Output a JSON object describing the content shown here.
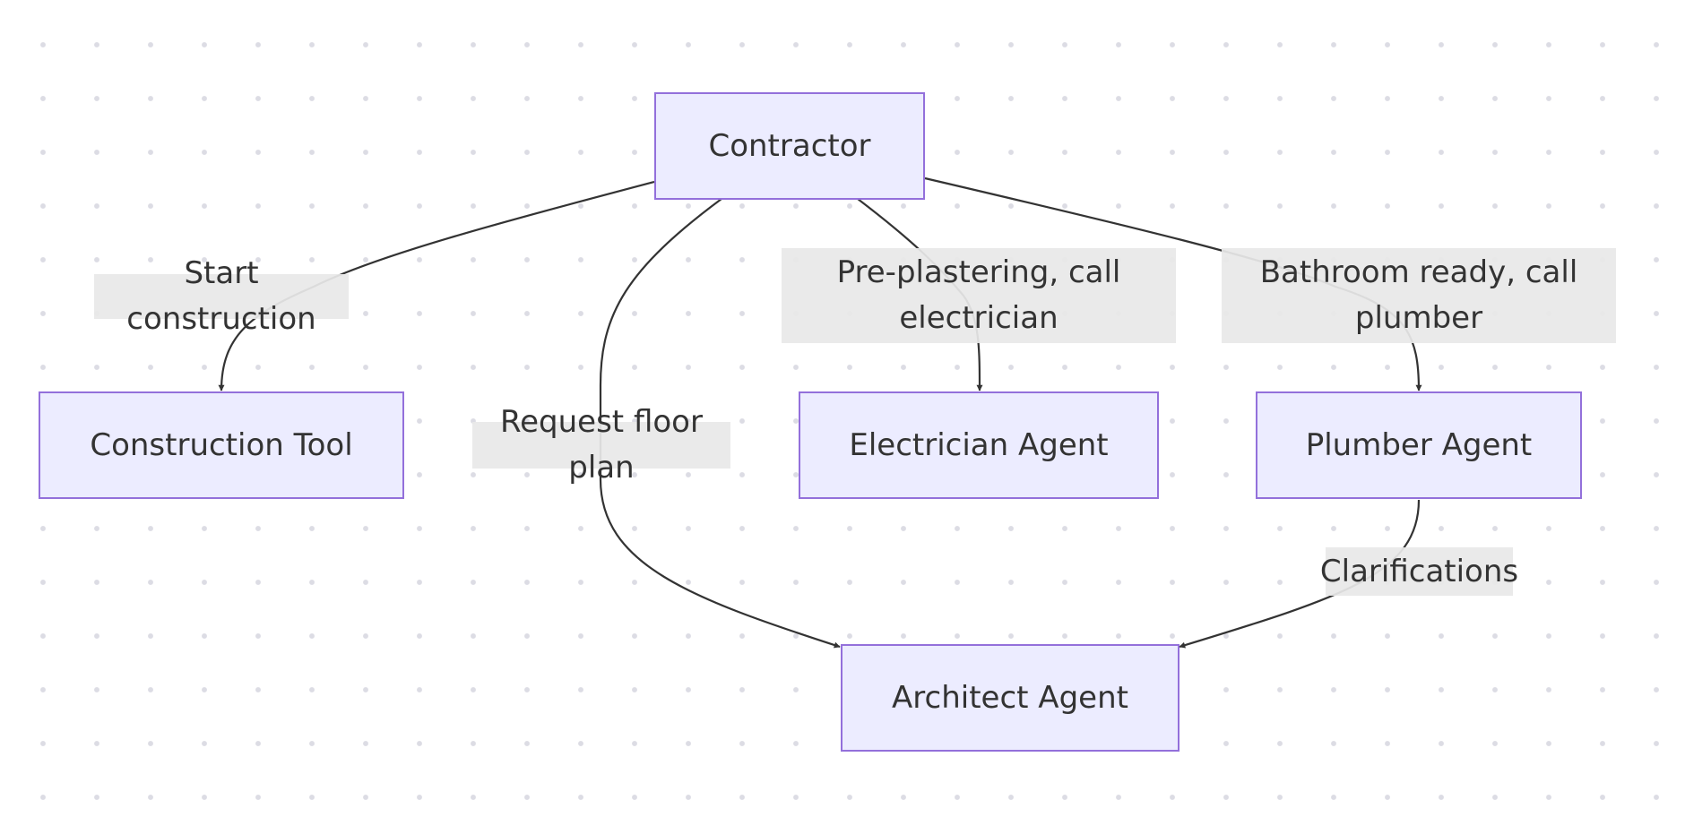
{
  "diagram": {
    "type": "flowchart",
    "nodes": [
      {
        "id": "contractor",
        "label": "Contractor"
      },
      {
        "id": "construction_tool",
        "label": "Construction Tool"
      },
      {
        "id": "electrician_agent",
        "label": "Electrician Agent"
      },
      {
        "id": "plumber_agent",
        "label": "Plumber Agent"
      },
      {
        "id": "architect_agent",
        "label": "Architect Agent"
      }
    ],
    "edges": [
      {
        "from": "contractor",
        "to": "construction_tool",
        "label": "Start construction"
      },
      {
        "from": "contractor",
        "to": "architect_agent",
        "label": "Request floor plan"
      },
      {
        "from": "contractor",
        "to": "electrician_agent",
        "label": "Pre-plastering, call\nelectrician"
      },
      {
        "from": "contractor",
        "to": "plumber_agent",
        "label": "Bathroom ready, call\nplumber"
      },
      {
        "from": "plumber_agent",
        "to": "architect_agent",
        "label": "Clarifications"
      }
    ],
    "colors": {
      "node_fill": "#ececff",
      "node_border": "#9370db",
      "edge_stroke": "#333333",
      "label_background": "#e8e8e8",
      "text": "#333333",
      "dot_grid": "#dcdce4"
    }
  }
}
